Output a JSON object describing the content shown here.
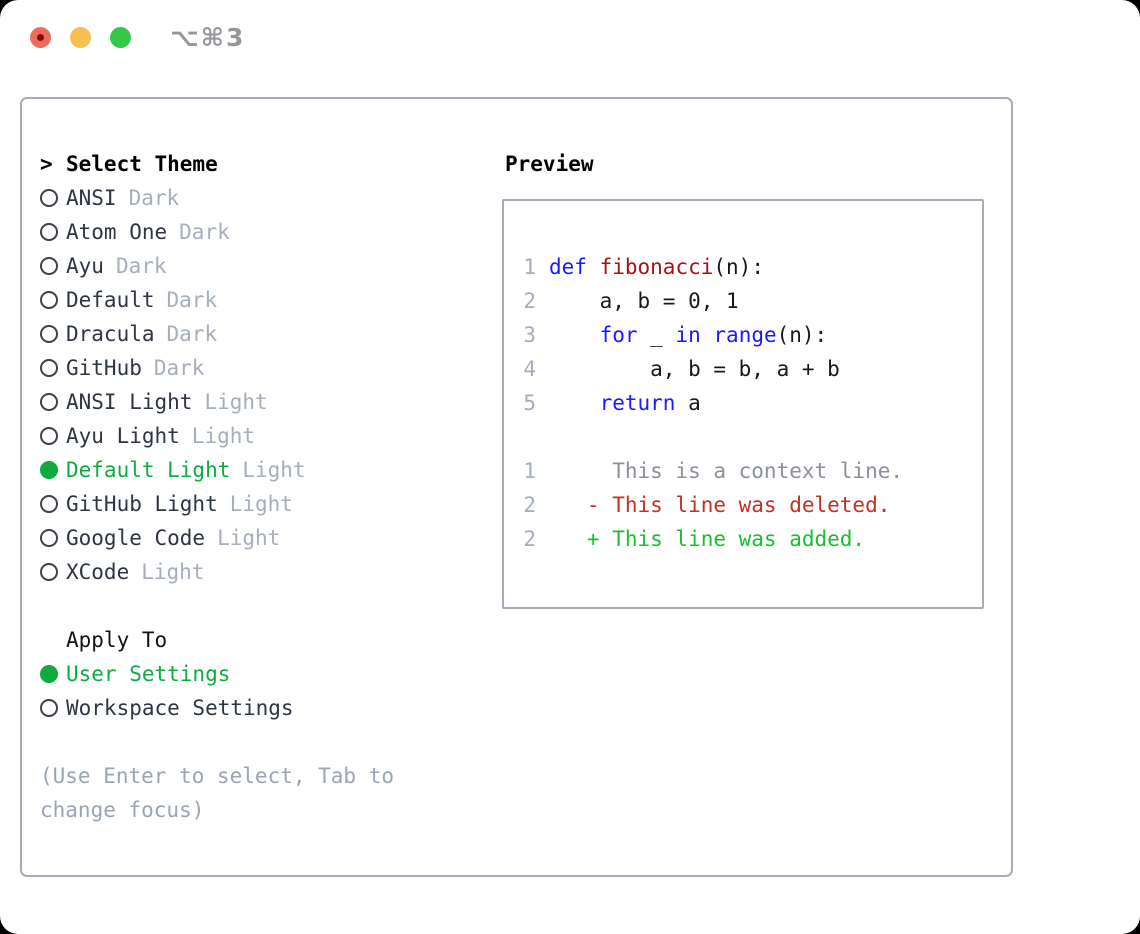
{
  "window": {
    "title": "⌥⌘3",
    "traffic_lights": [
      {
        "name": "close",
        "color": "#ee6a5f"
      },
      {
        "name": "minimize",
        "color": "#f6bf4f"
      },
      {
        "name": "zoom",
        "color": "#35c748"
      }
    ]
  },
  "colors": {
    "selection_green": "#10ab3e",
    "keyword_blue": "#1a1aff",
    "function_red": "#a31515",
    "deleted_red": "#c43023",
    "added_green": "#19c02e",
    "muted_gray": "#9aa5b4",
    "border_gray": "#a6adb8"
  },
  "theme_selector": {
    "prompt": ">",
    "title": "Select Theme",
    "items": [
      {
        "name": "ANSI",
        "tag": "Dark",
        "selected": false
      },
      {
        "name": "Atom One",
        "tag": "Dark",
        "selected": false
      },
      {
        "name": "Ayu",
        "tag": "Dark",
        "selected": false
      },
      {
        "name": "Default",
        "tag": "Dark",
        "selected": false
      },
      {
        "name": "Dracula",
        "tag": "Dark",
        "selected": false
      },
      {
        "name": "GitHub",
        "tag": "Dark",
        "selected": false
      },
      {
        "name": "ANSI Light",
        "tag": "Light",
        "selected": false
      },
      {
        "name": "Ayu Light",
        "tag": "Light",
        "selected": false
      },
      {
        "name": "Default Light",
        "tag": "Light",
        "selected": true
      },
      {
        "name": "GitHub Light",
        "tag": "Light",
        "selected": false
      },
      {
        "name": "Google Code",
        "tag": "Light",
        "selected": false
      },
      {
        "name": "XCode",
        "tag": "Light",
        "selected": false
      }
    ]
  },
  "apply_to": {
    "title": "Apply To",
    "options": [
      {
        "label": "User Settings",
        "selected": true
      },
      {
        "label": "Workspace Settings",
        "selected": false
      }
    ]
  },
  "help": {
    "text": "(Use Enter to select, Tab to change focus)"
  },
  "preview": {
    "title": "Preview",
    "lines": [
      {
        "num": "1",
        "tokens": [
          {
            "text": "def",
            "type": "keyword"
          },
          {
            "text": " ",
            "type": "plain"
          },
          {
            "text": "fibonacci",
            "type": "function"
          },
          {
            "text": "(n):",
            "type": "plain"
          }
        ]
      },
      {
        "num": "2",
        "tokens": [
          {
            "text": "    a, b = 0, 1",
            "type": "plain"
          }
        ]
      },
      {
        "num": "3",
        "tokens": [
          {
            "text": "    ",
            "type": "plain"
          },
          {
            "text": "for",
            "type": "keyword"
          },
          {
            "text": " _ ",
            "type": "plain"
          },
          {
            "text": "in",
            "type": "keyword"
          },
          {
            "text": " ",
            "type": "plain"
          },
          {
            "text": "range",
            "type": "keyword"
          },
          {
            "text": "(n):",
            "type": "plain"
          }
        ]
      },
      {
        "num": "4",
        "tokens": [
          {
            "text": "        a, b = b, a + b",
            "type": "plain"
          }
        ]
      },
      {
        "num": "5",
        "tokens": [
          {
            "text": "    ",
            "type": "plain"
          },
          {
            "text": "return",
            "type": "keyword"
          },
          {
            "text": " a",
            "type": "plain"
          }
        ]
      },
      {
        "num": "",
        "tokens": []
      },
      {
        "num": "1",
        "tokens": [
          {
            "text": "     This is a context line.",
            "type": "context"
          }
        ]
      },
      {
        "num": "2",
        "tokens": [
          {
            "text": "   - This line was deleted.",
            "type": "deleted"
          }
        ]
      },
      {
        "num": "2",
        "tokens": [
          {
            "text": "   + This line was added.",
            "type": "added"
          }
        ]
      }
    ]
  }
}
